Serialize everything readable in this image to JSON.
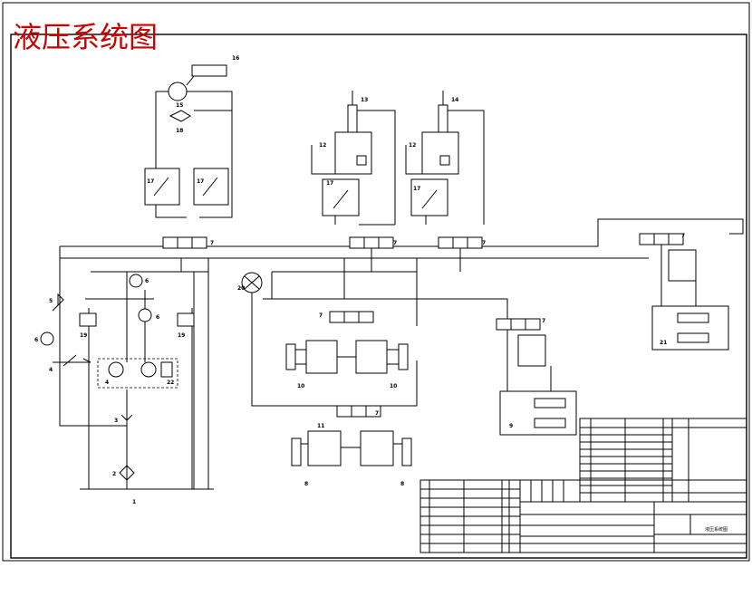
{
  "title": "液压系统图",
  "colors": {
    "title": "#cc0000",
    "line": "#000000",
    "paper": "#ffffff"
  },
  "components": [
    {
      "key": "c16",
      "label": "16"
    },
    {
      "key": "c15",
      "label": "15"
    },
    {
      "key": "c18",
      "label": "18"
    },
    {
      "key": "c17a",
      "label": "17"
    },
    {
      "key": "c17b",
      "label": "17"
    },
    {
      "key": "c13",
      "label": "13"
    },
    {
      "key": "c12a",
      "label": "12"
    },
    {
      "key": "c17c",
      "label": "17"
    },
    {
      "key": "c14",
      "label": "14"
    },
    {
      "key": "c12b",
      "label": "12"
    },
    {
      "key": "c17d",
      "label": "17"
    },
    {
      "key": "v7a",
      "label": "7"
    },
    {
      "key": "v7b",
      "label": "7"
    },
    {
      "key": "v7c",
      "label": "7"
    },
    {
      "key": "v7d",
      "label": "7"
    },
    {
      "key": "v7e",
      "label": "7"
    },
    {
      "key": "v7f",
      "label": "7"
    },
    {
      "key": "v7g",
      "label": "7"
    },
    {
      "key": "c20",
      "label": "20"
    },
    {
      "key": "c6a",
      "label": "6"
    },
    {
      "key": "c6b",
      "label": "6"
    },
    {
      "key": "c5",
      "label": "5"
    },
    {
      "key": "c6c",
      "label": "6"
    },
    {
      "key": "c19",
      "label": "19"
    },
    {
      "key": "c19b",
      "label": "19"
    },
    {
      "key": "c4a",
      "label": "4"
    },
    {
      "key": "c4b",
      "label": "4"
    },
    {
      "key": "c22",
      "label": "22"
    },
    {
      "key": "c3",
      "label": "3"
    },
    {
      "key": "c2",
      "label": "2"
    },
    {
      "key": "c1",
      "label": "1"
    },
    {
      "key": "c10a",
      "label": "10"
    },
    {
      "key": "c10b",
      "label": "10"
    },
    {
      "key": "c11",
      "label": "11"
    },
    {
      "key": "c8a",
      "label": "8"
    },
    {
      "key": "c8b",
      "label": "8"
    },
    {
      "key": "c9",
      "label": "9"
    },
    {
      "key": "c21",
      "label": "21"
    }
  ],
  "title_block": {
    "drawing_name": "液压系统图"
  }
}
